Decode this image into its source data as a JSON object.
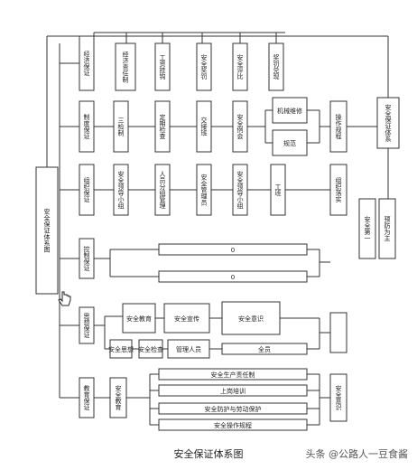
{
  "caption": "安全保证体系图",
  "watermark": "头条 @公路人一豆食酱",
  "nodes": {
    "root": "安全保证体系图",
    "r1": [
      "经济保证",
      "经济责任制",
      "工资挂钩",
      "安全奖罚",
      "安全评比",
      "奖罚兑现"
    ],
    "r2": [
      "制度保证",
      "三检制",
      "定期检查",
      "交接班",
      "安全例会",
      "机械维修",
      "规范",
      "操作规程"
    ],
    "r3": [
      "组织保证",
      "安全领导小组",
      "人员分组管理",
      "安全管理员",
      "安全领导小组",
      "工班",
      "组织落实"
    ],
    "r4": [
      "控制保证",
      "0",
      "0"
    ],
    "r5": [
      "思想保证",
      "安全教育",
      "安全宣传",
      "安全意识",
      "安全思想",
      "安全检查",
      "管理人员",
      "全员"
    ],
    "r6": [
      "教育保证",
      "安全教育",
      "安全生产责任制",
      "上岗培训",
      "安全防护与劳动保护",
      "安全操作规程",
      "安全意识"
    ],
    "right": [
      "安全保证体系",
      "安全第一",
      "预防为主"
    ]
  }
}
